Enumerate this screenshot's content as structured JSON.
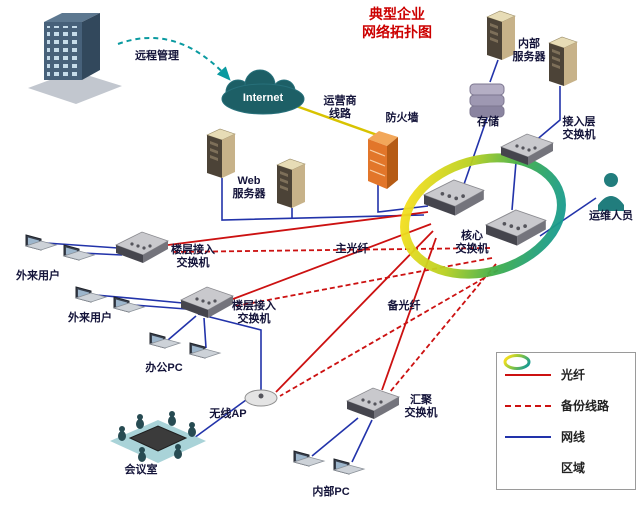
{
  "title": {
    "line1": "典型企业",
    "line2": "网络拓扑图"
  },
  "nodes": {
    "remote_mgmt": "远程管理",
    "internet": "Internet",
    "carrier": {
      "line1": "运营商",
      "line2": "线路"
    },
    "firewall": "防火墙",
    "web_server": {
      "line1": "Web",
      "line2": "服务器"
    },
    "internal_server": {
      "line1": "内部",
      "line2": "服务器"
    },
    "storage": "存储",
    "access_switch": {
      "line1": "接入层",
      "line2": "交换机"
    },
    "ops_staff": "运维人员",
    "core_switch": {
      "line1": "核心",
      "line2": "交换机"
    },
    "floor_switch": {
      "line1": "楼层接入",
      "line2": "交换机"
    },
    "external_users": "外来用户",
    "office_pc": "办公PC",
    "wireless_ap": "无线AP",
    "meeting_room": "会议室",
    "agg_switch": {
      "line1": "汇聚",
      "line2": "交换机"
    },
    "internal_pc": "内部PC"
  },
  "links": {
    "main_fiber": "主光纤",
    "backup_fiber": "备光纤"
  },
  "legend": {
    "items": [
      {
        "label": "光纤",
        "type": "solid-red"
      },
      {
        "label": "备份线路",
        "type": "dashed-red"
      },
      {
        "label": "网线",
        "type": "solid-blue"
      },
      {
        "label": "区域",
        "type": "ring"
      }
    ]
  },
  "colors": {
    "fiber_red": "#cc1111",
    "lan_blue": "#2233aa",
    "carrier_yellow": "#d8c300",
    "title_red": "#cc0000",
    "cloud_teal": "#1d5f66"
  }
}
